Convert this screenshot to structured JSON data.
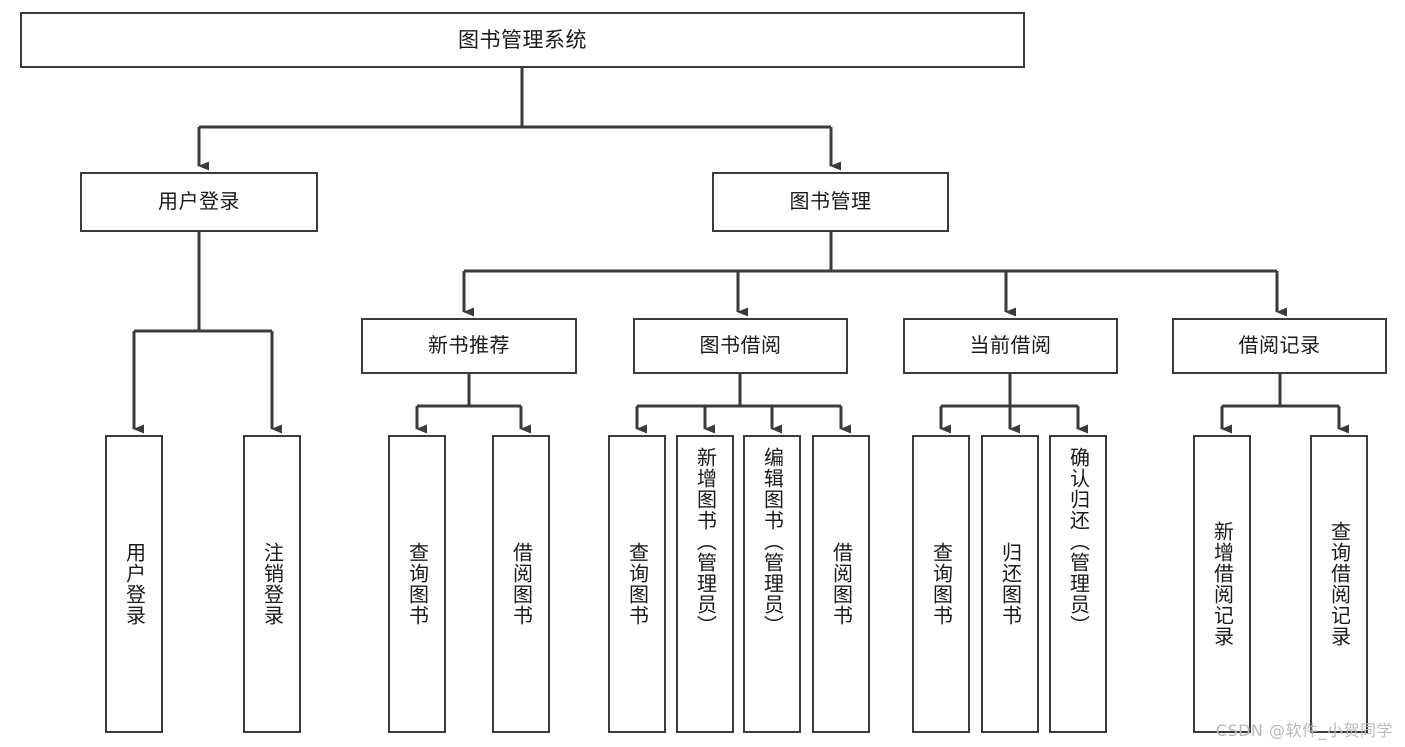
{
  "diagram": {
    "title": "图书管理系统",
    "type": "tree",
    "orientation": "top-down",
    "levels": 4,
    "colors": {
      "box_border": "#3b3b3b",
      "box_fill": "#ffffff",
      "edge": "#3b3b3b",
      "text": "#1a1a1a",
      "watermark": "#b9b9b9",
      "background": "#ffffff"
    },
    "root": {
      "id": "root",
      "label": "图书管理系统"
    },
    "branches": [
      {
        "id": "user-login",
        "label": "用户登录"
      },
      {
        "id": "book-manage",
        "label": "图书管理"
      }
    ],
    "subbranches": [
      {
        "id": "new-book-recommend",
        "label": "新书推荐"
      },
      {
        "id": "book-borrow",
        "label": "图书借阅"
      },
      {
        "id": "current-borrow",
        "label": "当前借阅"
      },
      {
        "id": "borrow-record",
        "label": "借阅记录"
      }
    ],
    "leaves": {
      "user-login": [
        {
          "id": "leaf-user-login",
          "label": "用户登录"
        },
        {
          "id": "leaf-user-logout",
          "label": "注销登录"
        }
      ],
      "new-book-recommend": [
        {
          "id": "leaf-query-book-1",
          "label": "查询图书"
        },
        {
          "id": "leaf-borrow-book-1",
          "label": "借阅图书"
        }
      ],
      "book-borrow": [
        {
          "id": "leaf-query-book-2",
          "label": "查询图书"
        },
        {
          "id": "leaf-add-book",
          "label": "新增图书（管理员）"
        },
        {
          "id": "leaf-edit-book",
          "label": "编辑图书（管理员）"
        },
        {
          "id": "leaf-borrow-book-2",
          "label": "借阅图书"
        }
      ],
      "current-borrow": [
        {
          "id": "leaf-query-book-3",
          "label": "查询图书"
        },
        {
          "id": "leaf-return-book",
          "label": "归还图书"
        },
        {
          "id": "leaf-confirm-return",
          "label": "确认归还（管理员）"
        }
      ],
      "borrow-record": [
        {
          "id": "leaf-add-record",
          "label": "新增借阅记录"
        },
        {
          "id": "leaf-query-record",
          "label": "查询借阅记录"
        }
      ]
    }
  },
  "watermark": {
    "text": "CSDN @软件_小贺同学"
  }
}
